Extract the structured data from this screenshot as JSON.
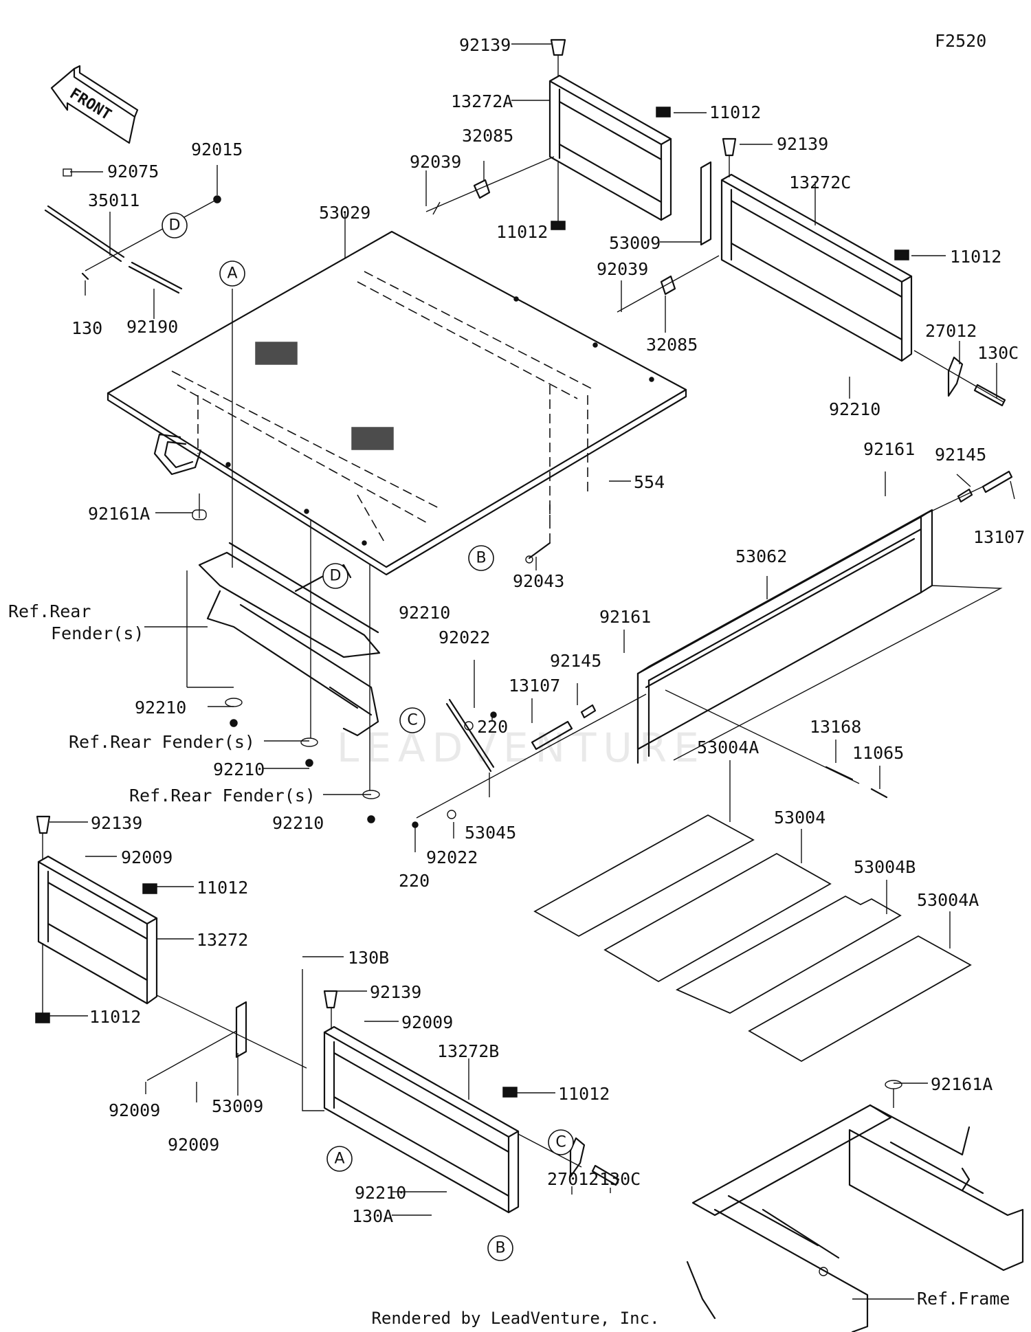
{
  "diagram_code": "F2520",
  "front_label": "FRONT",
  "watermark": "LEADVENTURE",
  "footer": "Rendered by LeadVenture, Inc.",
  "labels": [
    {
      "id": "l1",
      "text": "92139"
    },
    {
      "id": "l2",
      "text": "13272A"
    },
    {
      "id": "l3",
      "text": "11012"
    },
    {
      "id": "l4",
      "text": "92139"
    },
    {
      "id": "l5",
      "text": "32085"
    },
    {
      "id": "l6",
      "text": "92039"
    },
    {
      "id": "l7",
      "text": "13272C"
    },
    {
      "id": "l8",
      "text": "11012"
    },
    {
      "id": "l9",
      "text": "53009"
    },
    {
      "id": "l10",
      "text": "11012"
    },
    {
      "id": "l11",
      "text": "92039"
    },
    {
      "id": "l12",
      "text": "32085"
    },
    {
      "id": "l13",
      "text": "27012"
    },
    {
      "id": "l14",
      "text": "130C"
    },
    {
      "id": "l15",
      "text": "92210"
    },
    {
      "id": "l16",
      "text": "92015"
    },
    {
      "id": "l17",
      "text": "92075"
    },
    {
      "id": "l18",
      "text": "35011"
    },
    {
      "id": "l19",
      "text": "53029"
    },
    {
      "id": "l20",
      "text": "130"
    },
    {
      "id": "l21",
      "text": "92190"
    },
    {
      "id": "l22",
      "text": "92161"
    },
    {
      "id": "l23",
      "text": "92145"
    },
    {
      "id": "l24",
      "text": "13107"
    },
    {
      "id": "l25",
      "text": "554"
    },
    {
      "id": "l26",
      "text": "92161A"
    },
    {
      "id": "l27",
      "text": "53062"
    },
    {
      "id": "l28",
      "text": "92043"
    },
    {
      "id": "l29",
      "text": "Ref.Rear"
    },
    {
      "id": "l30",
      "text": "Fender(s)"
    },
    {
      "id": "l31",
      "text": "92210"
    },
    {
      "id": "l32",
      "text": "92161"
    },
    {
      "id": "l33",
      "text": "92022"
    },
    {
      "id": "l34",
      "text": "92145"
    },
    {
      "id": "l35",
      "text": "13107"
    },
    {
      "id": "l36",
      "text": "220"
    },
    {
      "id": "l37",
      "text": "92210"
    },
    {
      "id": "l38",
      "text": "Ref.Rear Fender(s)"
    },
    {
      "id": "l39",
      "text": "92210"
    },
    {
      "id": "l40",
      "text": "13168"
    },
    {
      "id": "l41",
      "text": "11065"
    },
    {
      "id": "l42",
      "text": "Ref.Rear Fender(s)"
    },
    {
      "id": "l43",
      "text": "53004A"
    },
    {
      "id": "l44",
      "text": "53004"
    },
    {
      "id": "l45",
      "text": "92210"
    },
    {
      "id": "l46",
      "text": "53045"
    },
    {
      "id": "l47",
      "text": "92022"
    },
    {
      "id": "l48",
      "text": "220"
    },
    {
      "id": "l49",
      "text": "53004B"
    },
    {
      "id": "l50",
      "text": "92139"
    },
    {
      "id": "l51",
      "text": "92009"
    },
    {
      "id": "l52",
      "text": "53004A"
    },
    {
      "id": "l53",
      "text": "11012"
    },
    {
      "id": "l54",
      "text": "13272"
    },
    {
      "id": "l55",
      "text": "130B"
    },
    {
      "id": "l56",
      "text": "92139"
    },
    {
      "id": "l57",
      "text": "11012"
    },
    {
      "id": "l58",
      "text": "92009"
    },
    {
      "id": "l59",
      "text": "13272B"
    },
    {
      "id": "l60",
      "text": "11012"
    },
    {
      "id": "l61",
      "text": "92009"
    },
    {
      "id": "l62",
      "text": "53009"
    },
    {
      "id": "l63",
      "text": "92009"
    },
    {
      "id": "l64",
      "text": "92161A"
    },
    {
      "id": "l65",
      "text": "92210"
    },
    {
      "id": "l66",
      "text": "27012"
    },
    {
      "id": "l67",
      "text": "130C"
    },
    {
      "id": "l68",
      "text": "130A"
    },
    {
      "id": "l69",
      "text": "Ref.Frame"
    }
  ],
  "callouts": [
    {
      "id": "c1",
      "text": "A"
    },
    {
      "id": "c2",
      "text": "D"
    },
    {
      "id": "c3",
      "text": "D"
    },
    {
      "id": "c4",
      "text": "B"
    },
    {
      "id": "c5",
      "text": "C"
    },
    {
      "id": "c6",
      "text": "C"
    },
    {
      "id": "c7",
      "text": "A"
    },
    {
      "id": "c8",
      "text": "B"
    }
  ]
}
